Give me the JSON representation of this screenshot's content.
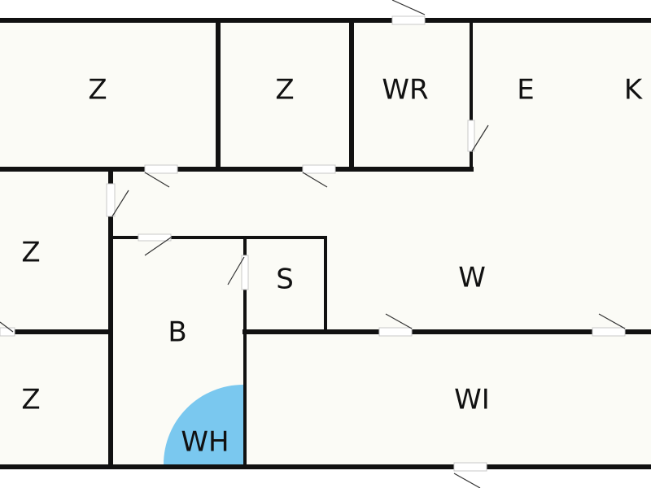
{
  "rooms": {
    "z1": "Z",
    "z2": "Z",
    "wr": "WR",
    "e": "E",
    "k": "K",
    "z3": "Z",
    "s": "S",
    "w": "W",
    "b": "B",
    "z4": "Z",
    "wh": "WH",
    "wi": "WI"
  },
  "colors": {
    "wall": "#111111",
    "floor": "#fbfbf6",
    "fixture": "#7ac8ef"
  }
}
